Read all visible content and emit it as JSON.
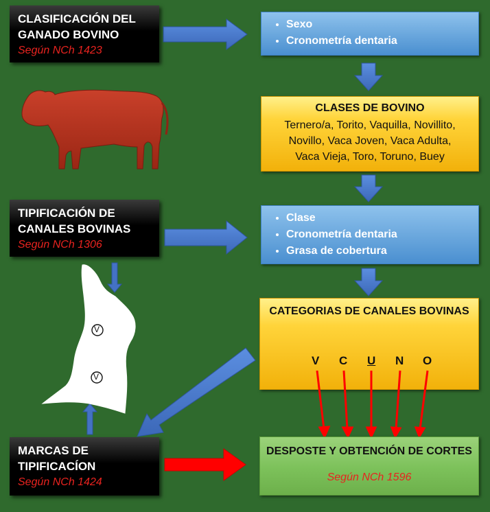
{
  "nodes": {
    "clasificacion": {
      "title_line1": "CLASIFICACIÓN DEL",
      "title_line2": "GANADO BOVINO",
      "norm": "Según NCh 1423"
    },
    "criterios_clasificacion": {
      "items": [
        "Sexo",
        "Cronometría dentaria"
      ]
    },
    "clases": {
      "title": "CLASES DE BOVINO",
      "line1": "Ternero/a, Torito, Vaquilla, Novillito,",
      "line2": "Novillo, Vaca Joven, Vaca Adulta,",
      "line3": "Vaca Vieja, Toro, Toruno, Buey"
    },
    "tipificacion": {
      "title_line1": "TIPIFICACIÓN DE",
      "title_line2": "CANALES BOVINAS",
      "norm": "Según NCh 1306"
    },
    "criterios_tipificacion": {
      "items": [
        "Clase",
        "Cronometría dentaria",
        "Grasa de cobertura"
      ]
    },
    "categorias": {
      "title": "CATEGORIAS DE CANALES BOVINAS",
      "letters": [
        "V",
        "C",
        "U",
        "N",
        "O"
      ]
    },
    "marcas": {
      "title_line1": "MARCAS DE",
      "title_line2": "TIPIFICACÍON",
      "norm": "Según NCh 1424"
    },
    "desposte": {
      "title": "DESPOSTE Y OBTENCIÓN DE CORTES",
      "norm": "Según NCh 1596"
    }
  },
  "carcass_marks": [
    "V",
    "V"
  ],
  "colors": {
    "background": "#2f6a2d",
    "blue_arrow": "#4472c4",
    "red_arrow": "#ff0000",
    "norm_text": "#e8231f",
    "bovine": "#b8321c"
  }
}
